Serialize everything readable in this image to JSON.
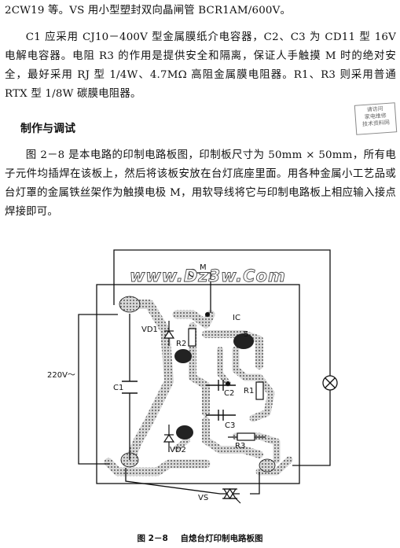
{
  "text": {
    "line0": "2CW19 等。VS 用小型塑封双向晶闸管 BCR1AM/600V。",
    "para1": "C1 应采用 CJ10－400V 型金属膜纸介电容器，C2、C3 为 CD11 型 16V 电解电容器。电阻 R3 的作用是提供安全和隔离，保证人手触摸 M 时的绝对安全，最好采用 RJ 型 1/4W、4.7MΩ 高阻金属膜电阻器。R1、R3 则采用普通 RTX 型 1/8W 碳膜电阻器。",
    "heading": "制作与调试",
    "para2": "图 2－8 是本电路的印制电路板图，印制板尺寸为 50mm × 50mm，所有电子元件均插焊在该板上，然后将该板安放在台灯底座里面。用各种金属小工艺品或台灯罩的金属铁丝架作为触摸电极 M，用软导线将它与印制电路板上相应输入接点焊接即可。"
  },
  "stamp": [
    "请访问",
    "家电维修",
    "技术资料网"
  ],
  "watermark": "www.Dz3w.Com",
  "diagram": {
    "labels": {
      "M": "M",
      "IC": "IC",
      "pin5": "5",
      "VD1": "VD1",
      "R2": "R2",
      "C2": "C2",
      "R1": "R1",
      "C3": "C3",
      "VD2": "VD2",
      "R3": "R3",
      "VS": "VS",
      "C1": "C1",
      "mains": "220V～"
    }
  },
  "caption": {
    "figure": "图 2－8",
    "title": "自熄台灯印制电路板图"
  }
}
